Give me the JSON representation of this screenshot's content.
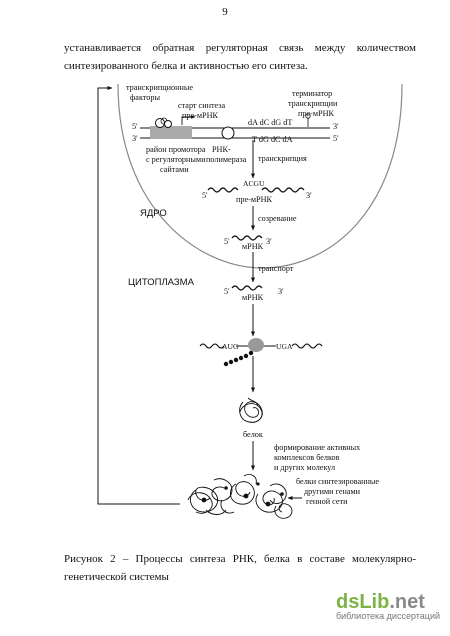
{
  "page_number": "9",
  "intro_line1": "устанавливается обратная регуляторная связь между количеством",
  "intro_line2": "синтезированного белка и активностью его синтеза.",
  "figure": {
    "transcription_factors_1": "транскрипционные",
    "transcription_factors_2": "факторы",
    "start_1": "старт синтеза",
    "start_2": "пре-мРНК",
    "terminator_1": "терминатор",
    "terminator_2": "транскрипции",
    "terminator_3": "пре-мРНК",
    "five_prime": "5'",
    "three_prime": "3'",
    "top_strand_seq": "dA dC dG dT",
    "bottom_strand_seq": "T dG dC dA",
    "promoter_1": "район промотора",
    "promoter_2": "с регуляторными",
    "promoter_3": "сайтами",
    "polymerase_1": "РНК-",
    "polymerase_2": "полимераза",
    "transcription": "транскрипция",
    "acgu": "ACGU",
    "pre_mrna": "пре-мРНК",
    "nucleus": "ЯДРО",
    "maturation": "созревание",
    "mrna": "мРНК",
    "transport": "транспорт",
    "cytoplasm": "ЦИТОПЛАЗМА",
    "aug": "AUG",
    "uga": "UGA",
    "protein": "белок",
    "complexes_1": "формирование активных",
    "complexes_2": "комплексов белков",
    "complexes_3": "и других молекул",
    "other_genes_1": "белки синтезированные",
    "other_genes_2": "другими генами",
    "other_genes_3": "генной сети"
  },
  "caption_line1": "Рисунок 2 – Процессы синтеза РНК, белка в составе молекулярно-",
  "caption_line2": "генетической системы",
  "watermark": {
    "brand_main": "dsLib",
    "brand_tld": ".net",
    "tagline": "библиотека диссертаций",
    "brand_color": "#7cb342"
  }
}
